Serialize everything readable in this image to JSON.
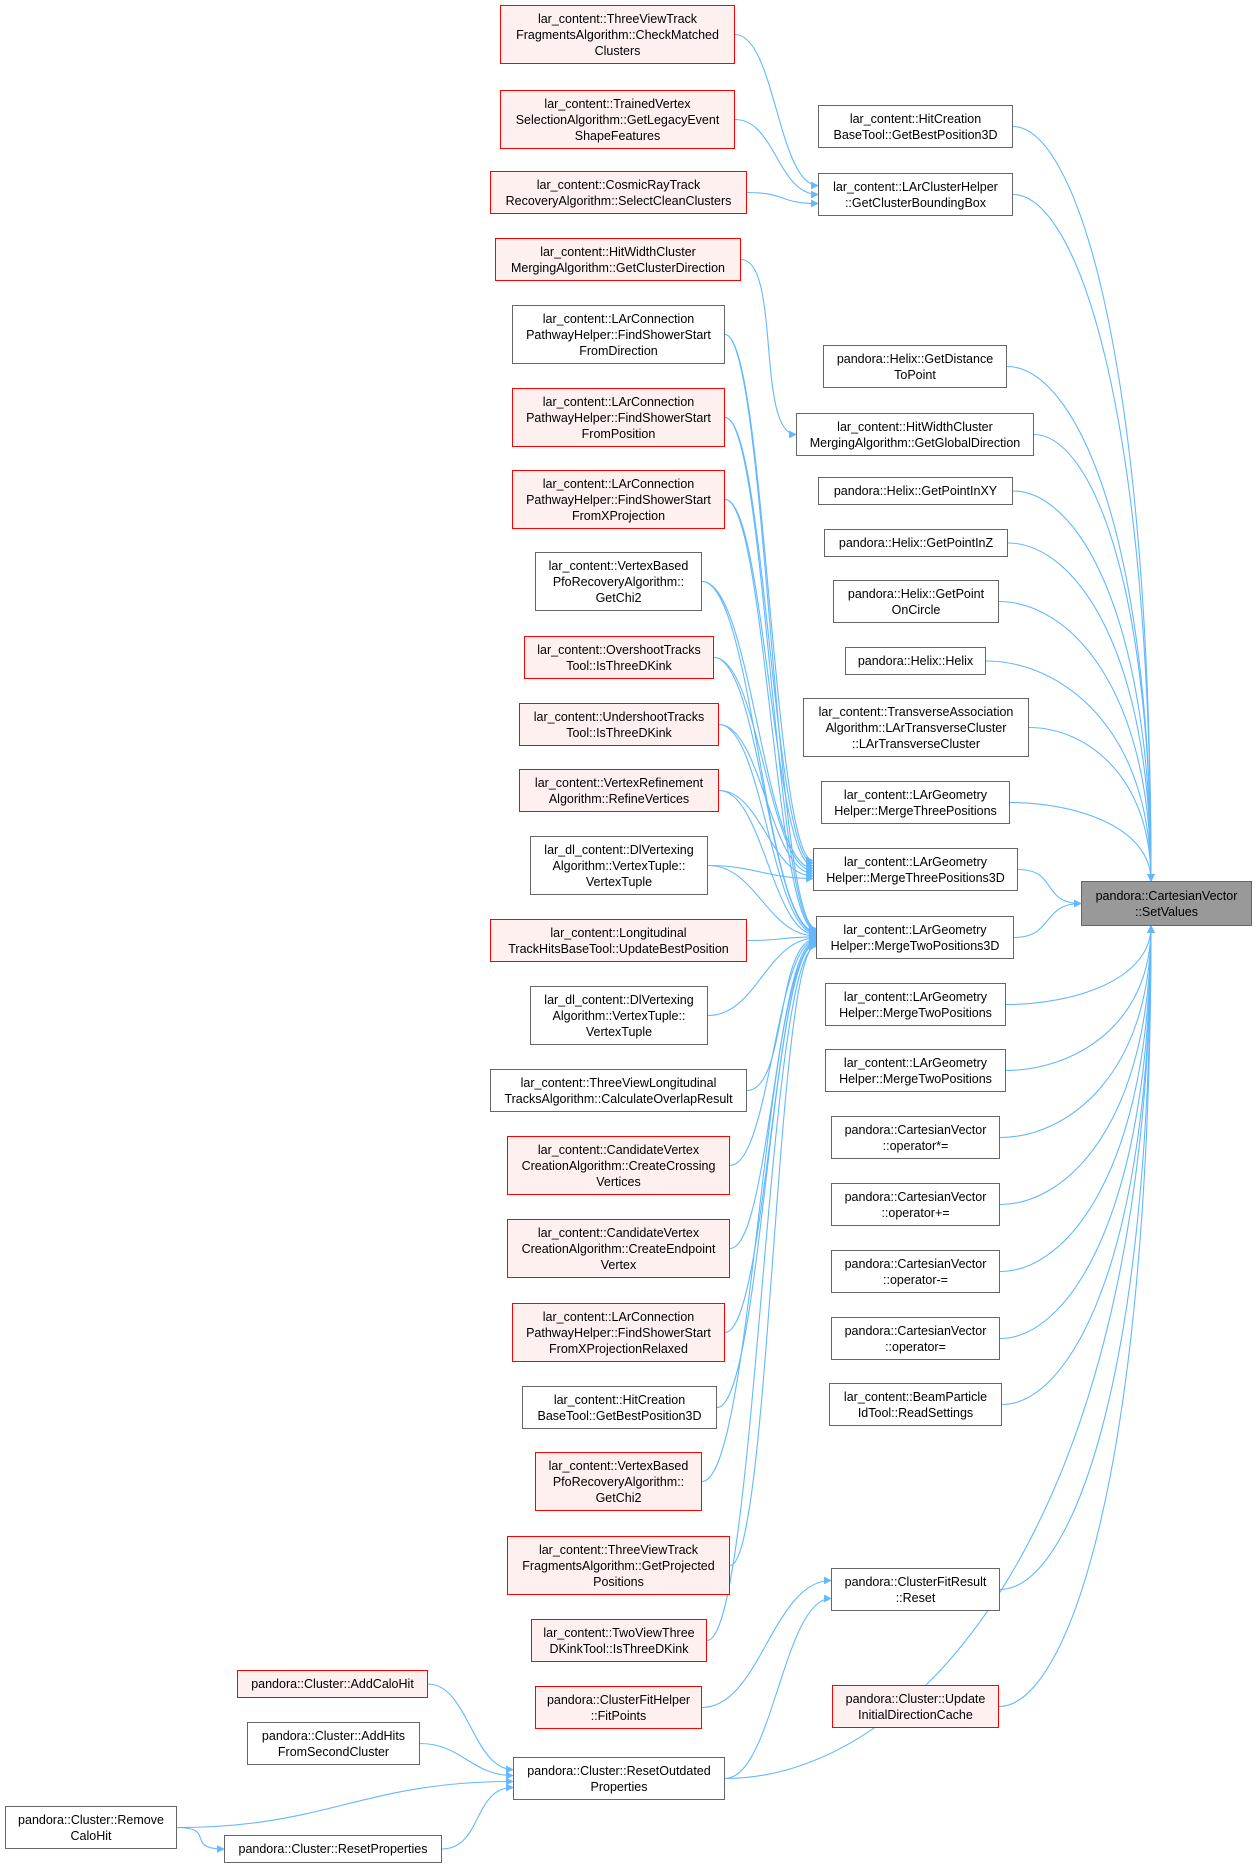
{
  "colors": {
    "edge": "#63b8ff",
    "node_border": "#666666",
    "red_border": "#ff0000",
    "red_fill": "#fff0f0",
    "focus_fill": "#999999"
  },
  "nodes": [
    {
      "id": "setvalues",
      "label": "pandora::CartesianVector\n::SetValues",
      "style": "focus"
    },
    {
      "id": "hc_getbest_r",
      "label": "lar_content::HitCreation\nBaseTool::GetBestPosition3D",
      "style": "normal"
    },
    {
      "id": "arcluster_bb",
      "label": "lar_content::LArClusterHelper\n::GetClusterBoundingBox",
      "style": "normal"
    },
    {
      "id": "helix_getdist",
      "label": "pandora::Helix::GetDistance\nToPoint",
      "style": "normal"
    },
    {
      "id": "hw_globaldir",
      "label": "lar_content::HitWidthCluster\nMergingAlgorithm::GetGlobalDirection",
      "style": "normal"
    },
    {
      "id": "helix_xy",
      "label": "pandora::Helix::GetPointInXY",
      "style": "normal"
    },
    {
      "id": "helix_z",
      "label": "pandora::Helix::GetPointInZ",
      "style": "normal"
    },
    {
      "id": "helix_circle",
      "label": "pandora::Helix::GetPoint\nOnCircle",
      "style": "normal"
    },
    {
      "id": "helix_helix",
      "label": "pandora::Helix::Helix",
      "style": "normal"
    },
    {
      "id": "transverse",
      "label": "lar_content::TransverseAssociation\nAlgorithm::LArTransverseCluster\n::LArTransverseCluster",
      "style": "normal"
    },
    {
      "id": "geo_m3",
      "label": "lar_content::LArGeometry\nHelper::MergeThreePositions",
      "style": "normal"
    },
    {
      "id": "geo_m3d",
      "label": "lar_content::LArGeometry\nHelper::MergeThreePositions3D",
      "style": "normal"
    },
    {
      "id": "geo_m2d",
      "label": "lar_content::LArGeometry\nHelper::MergeTwoPositions3D",
      "style": "normal"
    },
    {
      "id": "geo_m2a",
      "label": "lar_content::LArGeometry\nHelper::MergeTwoPositions",
      "style": "normal"
    },
    {
      "id": "geo_m2b",
      "label": "lar_content::LArGeometry\nHelper::MergeTwoPositions",
      "style": "normal"
    },
    {
      "id": "op_mul",
      "label": "pandora::CartesianVector\n::operator*=",
      "style": "normal"
    },
    {
      "id": "op_add",
      "label": "pandora::CartesianVector\n::operator+=",
      "style": "normal"
    },
    {
      "id": "op_sub",
      "label": "pandora::CartesianVector\n::operator-=",
      "style": "normal"
    },
    {
      "id": "op_eq",
      "label": "pandora::CartesianVector\n::operator=",
      "style": "normal"
    },
    {
      "id": "beam",
      "label": "lar_content::BeamParticle\nIdTool::ReadSettings",
      "style": "normal"
    },
    {
      "id": "cfr_reset",
      "label": "pandora::ClusterFitResult\n::Reset",
      "style": "normal"
    },
    {
      "id": "cl_update",
      "label": "pandora::Cluster::Update\nInitialDirectionCache",
      "style": "red"
    },
    {
      "id": "tvtf_check",
      "label": "lar_content::ThreeViewTrack\nFragmentsAlgorithm::CheckMatched\nClusters",
      "style": "red"
    },
    {
      "id": "trained",
      "label": "lar_content::TrainedVertex\nSelectionAlgorithm::GetLegacyEvent\nShapeFeatures",
      "style": "red"
    },
    {
      "id": "cosmic",
      "label": "lar_content::CosmicRayTrack\nRecoveryAlgorithm::SelectCleanClusters",
      "style": "red"
    },
    {
      "id": "hw_clusterdir",
      "label": "lar_content::HitWidthCluster\nMergingAlgorithm::GetClusterDirection",
      "style": "red"
    },
    {
      "id": "conn_fromdir",
      "label": "lar_content::LArConnection\nPathwayHelper::FindShowerStart\nFromDirection",
      "style": "normal"
    },
    {
      "id": "conn_frompos",
      "label": "lar_content::LArConnection\nPathwayHelper::FindShowerStart\nFromPosition",
      "style": "red"
    },
    {
      "id": "conn_fromx",
      "label": "lar_content::LArConnection\nPathwayHelper::FindShowerStart\nFromXProjection",
      "style": "red"
    },
    {
      "id": "vb_chi2_a",
      "label": "lar_content::VertexBased\nPfoRecoveryAlgorithm::\nGetChi2",
      "style": "normal"
    },
    {
      "id": "overshoot",
      "label": "lar_content::OvershootTracks\nTool::IsThreeDKink",
      "style": "red"
    },
    {
      "id": "undershoot",
      "label": "lar_content::UndershootTracks\nTool::IsThreeDKink",
      "style": "red"
    },
    {
      "id": "vref",
      "label": "lar_content::VertexRefinement\nAlgorithm::RefineVertices",
      "style": "red"
    },
    {
      "id": "dl_a",
      "label": "lar_dl_content::DlVertexing\nAlgorithm::VertexTuple::\nVertexTuple",
      "style": "normal"
    },
    {
      "id": "longit",
      "label": "lar_content::Longitudinal\nTrackHitsBaseTool::UpdateBestPosition",
      "style": "red"
    },
    {
      "id": "dl_b",
      "label": "lar_dl_content::DlVertexing\nAlgorithm::VertexTuple::\nVertexTuple",
      "style": "normal"
    },
    {
      "id": "tvl_overlap",
      "label": "lar_content::ThreeViewLongitudinal\nTracksAlgorithm::CalculateOverlapResult",
      "style": "normal"
    },
    {
      "id": "cand_cross",
      "label": "lar_content::CandidateVertex\nCreationAlgorithm::CreateCrossing\nVertices",
      "style": "red"
    },
    {
      "id": "cand_end",
      "label": "lar_content::CandidateVertex\nCreationAlgorithm::CreateEndpoint\nVertex",
      "style": "red"
    },
    {
      "id": "conn_relax",
      "label": "lar_content::LArConnection\nPathwayHelper::FindShowerStart\nFromXProjectionRelaxed",
      "style": "red"
    },
    {
      "id": "hc_getbest_l",
      "label": "lar_content::HitCreation\nBaseTool::GetBestPosition3D",
      "style": "normal"
    },
    {
      "id": "vb_chi2_b",
      "label": "lar_content::VertexBased\nPfoRecoveryAlgorithm::\nGetChi2",
      "style": "red"
    },
    {
      "id": "tvtf_proj",
      "label": "lar_content::ThreeViewTrack\nFragmentsAlgorithm::GetProjected\nPositions",
      "style": "red"
    },
    {
      "id": "twoview",
      "label": "lar_content::TwoViewThree\nDKinkTool::IsThreeDKink",
      "style": "red"
    },
    {
      "id": "cfh_fit",
      "label": "pandora::ClusterFitHelper\n::FitPoints",
      "style": "red"
    },
    {
      "id": "cl_addcalo",
      "label": "pandora::Cluster::AddCaloHit",
      "style": "red"
    },
    {
      "id": "cl_addhits",
      "label": "pandora::Cluster::AddHits\nFromSecondCluster",
      "style": "normal"
    },
    {
      "id": "cl_resetout",
      "label": "pandora::Cluster::ResetOutdated\nProperties",
      "style": "normal"
    },
    {
      "id": "cl_remove",
      "label": "pandora::Cluster::Remove\nCaloHit",
      "style": "normal"
    },
    {
      "id": "cl_resetprop",
      "label": "pandora::Cluster::ResetProperties",
      "style": "normal"
    }
  ],
  "edges": [
    [
      "hc_getbest_r",
      "setvalues"
    ],
    [
      "arcluster_bb",
      "setvalues"
    ],
    [
      "helix_getdist",
      "setvalues"
    ],
    [
      "hw_globaldir",
      "setvalues"
    ],
    [
      "helix_xy",
      "setvalues"
    ],
    [
      "helix_z",
      "setvalues"
    ],
    [
      "helix_circle",
      "setvalues"
    ],
    [
      "helix_helix",
      "setvalues"
    ],
    [
      "transverse",
      "setvalues"
    ],
    [
      "geo_m3",
      "setvalues"
    ],
    [
      "geo_m3d",
      "setvalues"
    ],
    [
      "geo_m2d",
      "setvalues"
    ],
    [
      "geo_m2a",
      "setvalues"
    ],
    [
      "geo_m2b",
      "setvalues"
    ],
    [
      "op_mul",
      "setvalues"
    ],
    [
      "op_add",
      "setvalues"
    ],
    [
      "op_sub",
      "setvalues"
    ],
    [
      "op_eq",
      "setvalues"
    ],
    [
      "beam",
      "setvalues"
    ],
    [
      "cfr_reset",
      "setvalues"
    ],
    [
      "cl_update",
      "setvalues"
    ],
    [
      "cl_resetout",
      "setvalues"
    ],
    [
      "tvtf_check",
      "arcluster_bb"
    ],
    [
      "trained",
      "arcluster_bb"
    ],
    [
      "cosmic",
      "arcluster_bb"
    ],
    [
      "hw_clusterdir",
      "hw_globaldir"
    ],
    [
      "conn_fromdir",
      "geo_m3d"
    ],
    [
      "conn_frompos",
      "geo_m3d"
    ],
    [
      "conn_fromx",
      "geo_m3d"
    ],
    [
      "vb_chi2_a",
      "geo_m3d"
    ],
    [
      "overshoot",
      "geo_m3d"
    ],
    [
      "undershoot",
      "geo_m3d"
    ],
    [
      "vref",
      "geo_m3d"
    ],
    [
      "dl_a",
      "geo_m3d"
    ],
    [
      "conn_fromdir",
      "geo_m2d"
    ],
    [
      "conn_frompos",
      "geo_m2d"
    ],
    [
      "conn_fromx",
      "geo_m2d"
    ],
    [
      "vb_chi2_a",
      "geo_m2d"
    ],
    [
      "overshoot",
      "geo_m2d"
    ],
    [
      "undershoot",
      "geo_m2d"
    ],
    [
      "vref",
      "geo_m2d"
    ],
    [
      "dl_a",
      "geo_m2d"
    ],
    [
      "longit",
      "geo_m2d"
    ],
    [
      "dl_b",
      "geo_m2d"
    ],
    [
      "tvl_overlap",
      "geo_m2d"
    ],
    [
      "cand_cross",
      "geo_m2d"
    ],
    [
      "cand_end",
      "geo_m2d"
    ],
    [
      "conn_relax",
      "geo_m2d"
    ],
    [
      "hc_getbest_l",
      "geo_m2d"
    ],
    [
      "vb_chi2_b",
      "geo_m2d"
    ],
    [
      "tvtf_proj",
      "geo_m2d"
    ],
    [
      "twoview",
      "geo_m2d"
    ],
    [
      "cfh_fit",
      "cfr_reset"
    ],
    [
      "cl_resetout",
      "cfr_reset"
    ],
    [
      "cl_addcalo",
      "cl_resetout"
    ],
    [
      "cl_addhits",
      "cl_resetout"
    ],
    [
      "cl_remove",
      "cl_resetout"
    ],
    [
      "cl_resetprop",
      "cl_resetout"
    ],
    [
      "cl_remove",
      "cl_resetprop"
    ]
  ]
}
